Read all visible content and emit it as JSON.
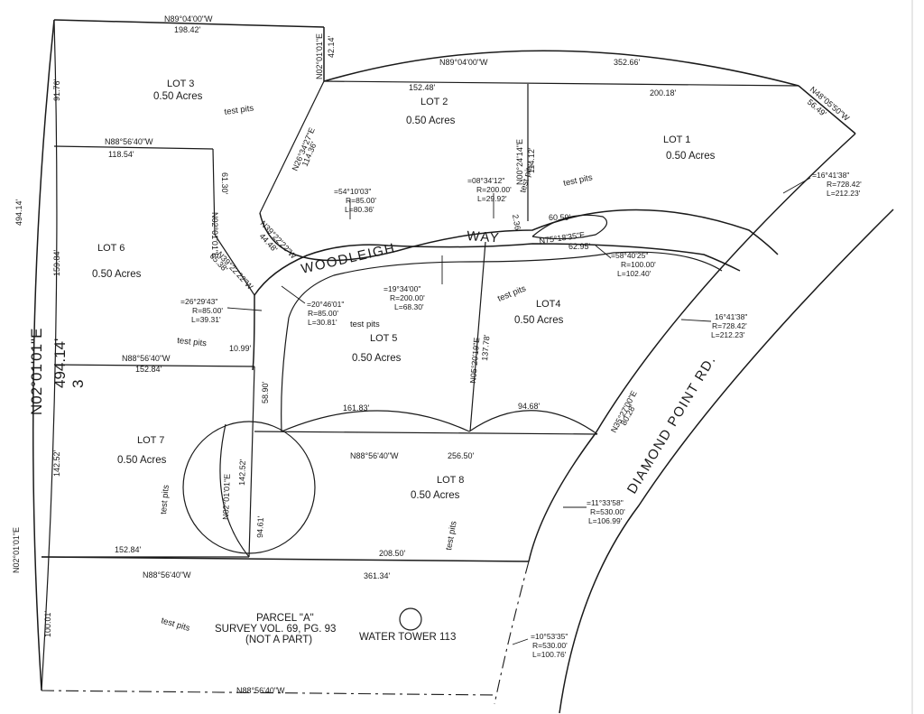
{
  "lots": [
    {
      "name": "LOT 1",
      "acres": "0.50 Acres"
    },
    {
      "name": "LOT 2",
      "acres": "0.50 Acres"
    },
    {
      "name": "LOT 3",
      "acres": "0.50 Acres"
    },
    {
      "name": "LOT4",
      "acres": "0.50 Acres"
    },
    {
      "name": "LOT 5",
      "acres": "0.50 Acres"
    },
    {
      "name": "LOT 6",
      "acres": "0.50 Acres"
    },
    {
      "name": "LOT 7",
      "acres": "0.50 Acres"
    },
    {
      "name": "LOT 8",
      "acres": "0.50 Acres"
    }
  ],
  "roads": {
    "woodleigh": "WOODLEIGH",
    "way": "WAY",
    "diamond": "DIAMOND POINT RD."
  },
  "parcel": {
    "line1": "PARCEL \"A\"",
    "line2": "SURVEY VOL. 69, PG. 93",
    "line3": "(NOT A PART)",
    "tower": "WATER TOWER 113"
  },
  "test_pits": "test pits",
  "bearings": {
    "top_west": "N89°04'00\"W",
    "top_east": "N89°04'00\"W",
    "n02_a": "N02°01'01\"E",
    "n02_b": "N02°01'01\"E",
    "n02_c": "N02°01'01\"E",
    "n02_side": "N02°01'01\"E",
    "n02_big": "N02°01'01\"E",
    "n26": "N26°34'27\"E",
    "n00": "N00°24'14\"E",
    "n48": "N48°05'50\"W",
    "n88_a": "N88°56'40\"W",
    "n88_b": "N88°56'40\"W",
    "n88_c": "N88°56'40\"W",
    "n88_d": "N88°56'40\"W",
    "n88_e": "N88°56'40\"W",
    "n39_a": "N39°22'22\"W",
    "n39_b": "N39°22'22\"W",
    "n75": "N75°18'35\"E",
    "n05": "N05°20'19\"E",
    "n35": "N35°27'00\"E"
  },
  "dims": {
    "d198": "198.42'",
    "d352": "352.66'",
    "d42": "42.14'",
    "d152_48": "152.48'",
    "d200": "200.18'",
    "d56": "56.49'",
    "d91": "91.76'",
    "d494": "494.14'",
    "d118": "118.54'",
    "d114_36": "114.36'",
    "d61": "61.30'",
    "d114_12": "114.12'",
    "d159": "159.84'",
    "d44": "44.48'",
    "d65": "65.38'",
    "d236": "2.36'",
    "d60": "60.59'",
    "d62": "62.95'",
    "d137": "137.78'",
    "d152_84a": "152.84'",
    "d10": "10.99'",
    "d58": "58.90'",
    "d161": "161.83'",
    "d94_68": "94.68'",
    "d80": "80.28'",
    "d256": "256.50'",
    "d142_a": "142.52'",
    "d142_b": "142.52'",
    "d94_61": "94.61'",
    "d152_84b": "152.84'",
    "d208": "208.50'",
    "d361": "361.34'",
    "d100": "100.01'"
  },
  "curves": {
    "c1": {
      "delta": "=54°10'03\"",
      "r": "R=85.00'",
      "l": "L=80.36'"
    },
    "c2": {
      "delta": "=08°34'12\"",
      "r": "R=200.00'",
      "l": "L=29.92'"
    },
    "c3": {
      "delta": "=16°41'38\"",
      "r": "R=728.42'",
      "l": "L=212.23'"
    },
    "c4": {
      "delta": "=58°40'25\"",
      "r": "R=100.00'",
      "l": "L=102.40'"
    },
    "c5": {
      "delta": "=19°34'00\"",
      "r": "R=200.00'",
      "l": "L=68.30'"
    },
    "c6": {
      "delta": "=26°29'43\"",
      "r": "R=85.00'",
      "l": "L=39.31'"
    },
    "c7": {
      "delta": "=20°46'01\"",
      "r": "R=85.00'",
      "l": "L=30.81'"
    },
    "c8": {
      "delta": "16°41'38\"",
      "r": "R=728.42'",
      "l": "L=212.23'"
    },
    "c9": {
      "delta": "=11°33'58\"",
      "r": "R=530.00'",
      "l": "L=106.99'"
    },
    "c10": {
      "delta": "=10°53'35\"",
      "r": "R=530.00'",
      "l": "L=100.76'"
    }
  },
  "overlay": {
    "a": "494.14'",
    "b": "3"
  }
}
